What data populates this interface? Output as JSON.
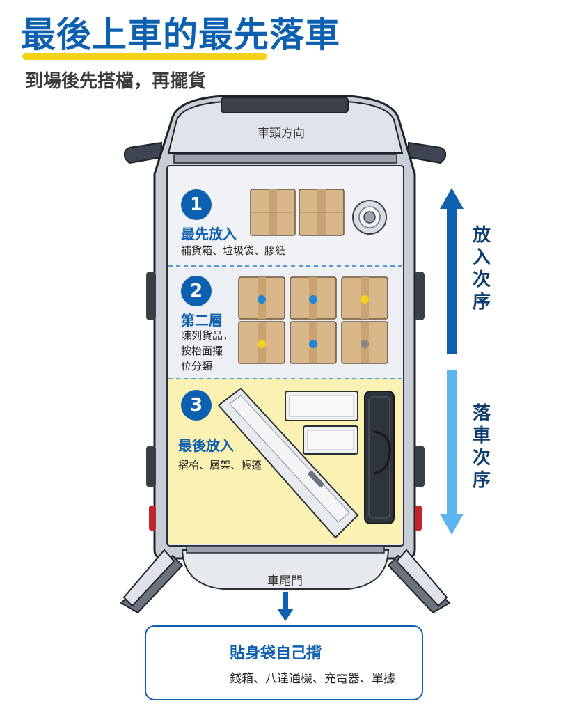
{
  "header": {
    "title": "最後上車的最先落車",
    "subtitle": "到場後先搭檔，再擺貨"
  },
  "van": {
    "front_label": "車頭方向",
    "rear_label": "車尾門"
  },
  "sections": [
    {
      "number": "1",
      "title": "最先放入",
      "desc": "補貨箱、垃圾袋、膠紙"
    },
    {
      "number": "2",
      "title": "第二層",
      "desc_lines": [
        "陳列貨品，",
        "按枱面擺",
        "位分類"
      ]
    },
    {
      "number": "3",
      "title": "最後放入",
      "desc": "摺枱、層架、帳篷"
    }
  ],
  "box_dot_colors": [
    "#1e88d6",
    "#1e88d6",
    "#f5d21a",
    "#f5d21a",
    "#1e88d6",
    "#888888"
  ],
  "side_labels": {
    "load_order": "放入次序",
    "unload_order": "落車次序"
  },
  "bag": {
    "title": "貼身袋自己揹",
    "items": "錢箱、八達通機、充電器、單據"
  },
  "colors": {
    "brand_blue": "#0d5fb0",
    "light_blue": "#5ab4ef",
    "highlight_yellow": "#f5d21a",
    "cargo_yellow": "#fbf1b3"
  }
}
